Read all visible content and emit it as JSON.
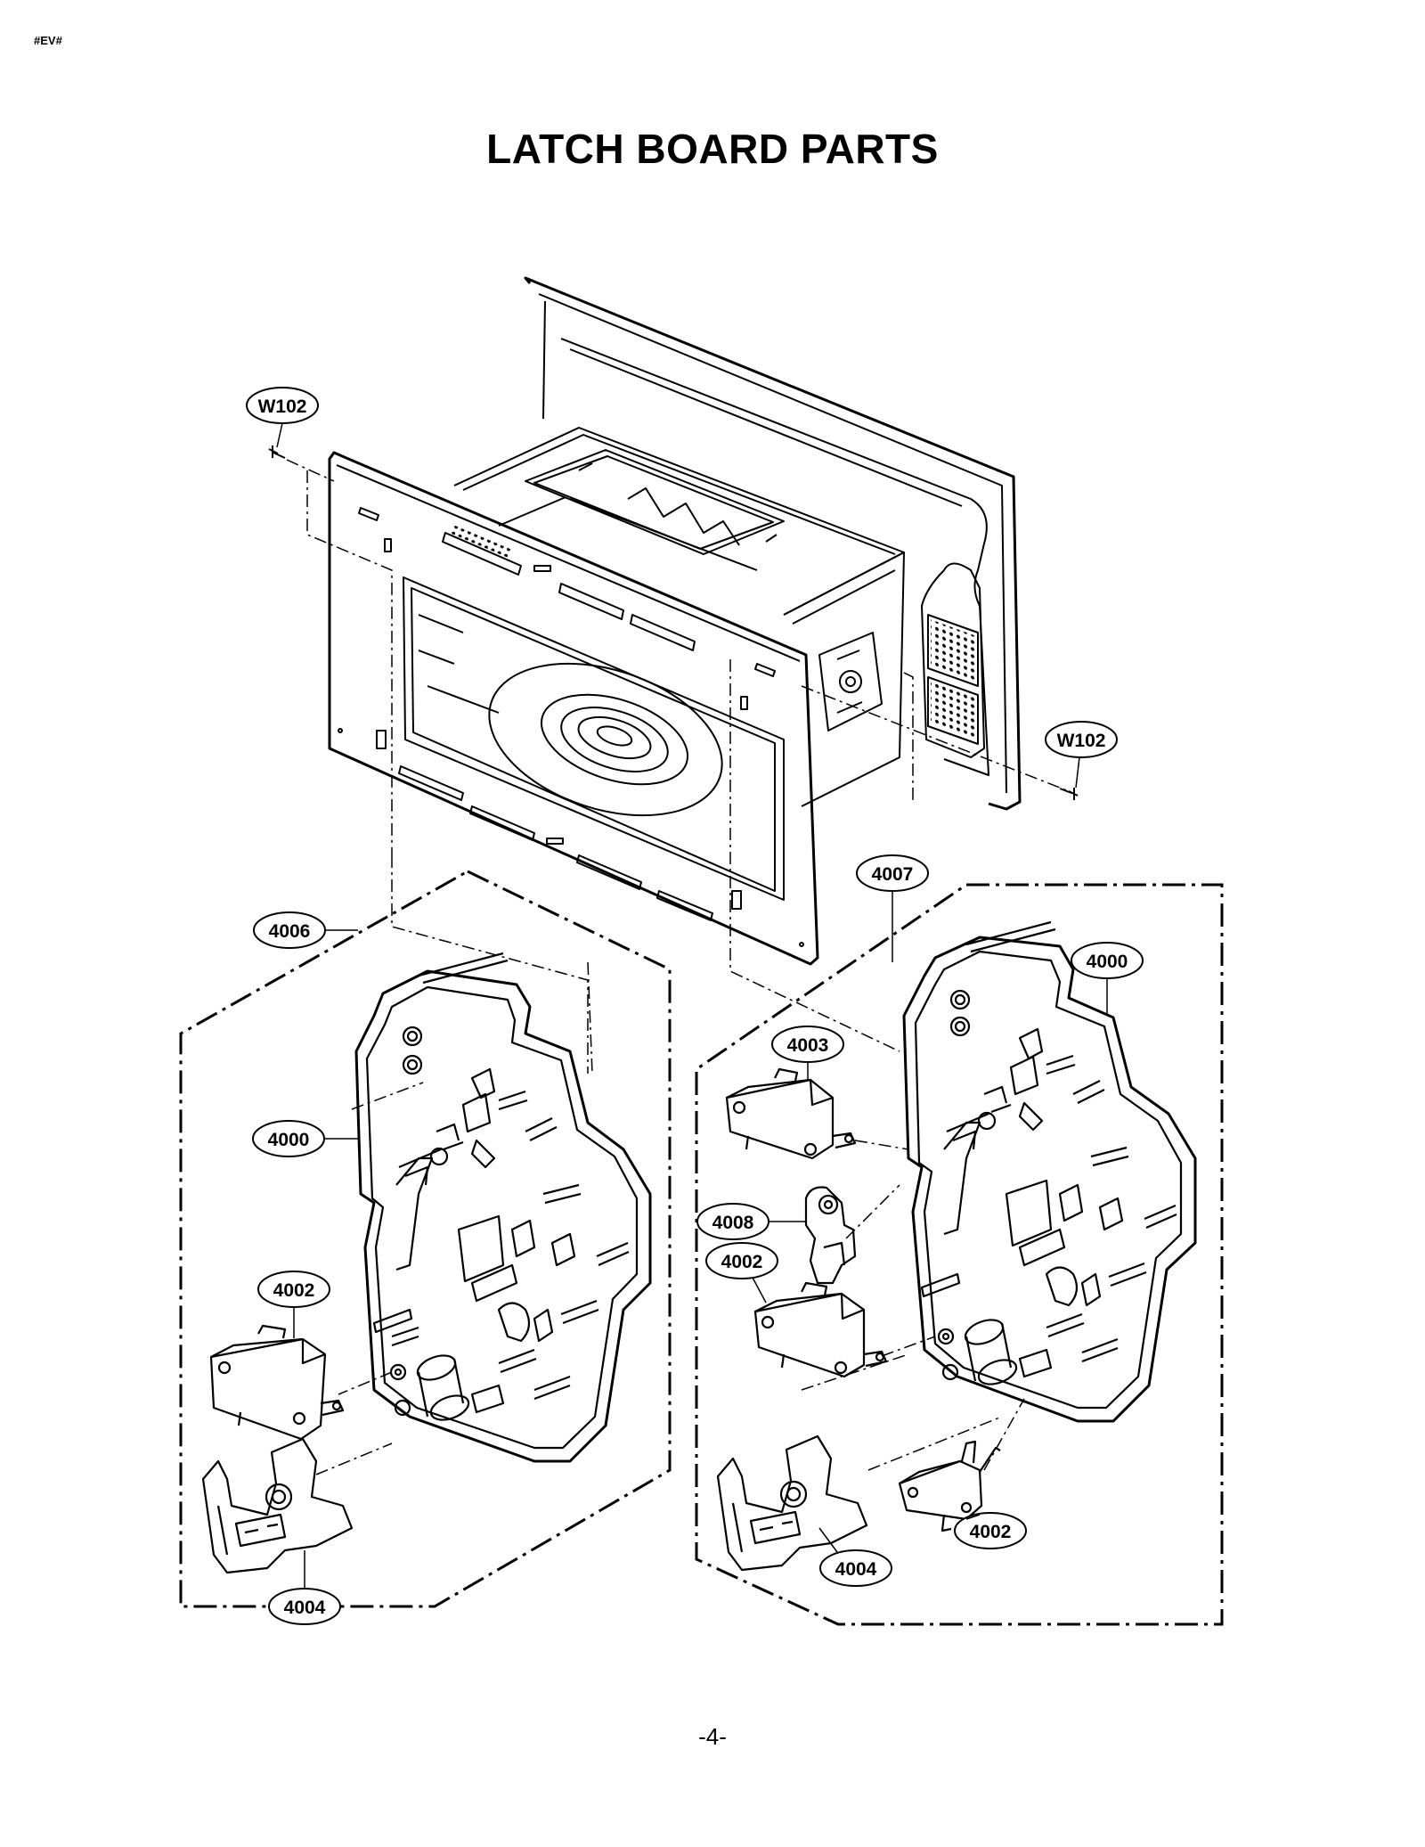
{
  "header_tag": "#EV#",
  "title": "LATCH BOARD PARTS",
  "page_number": "-4-",
  "callouts": {
    "w102_left": "W102",
    "w102_right": "W102",
    "left_4006": "4006",
    "left_4000": "4000",
    "left_4002": "4002",
    "left_4004": "4004",
    "right_4007": "4007",
    "right_4000": "4000",
    "right_4003": "4003",
    "right_4008": "4008",
    "right_4002_upper": "4002",
    "right_4002_lower": "4002",
    "right_4004": "4004"
  }
}
